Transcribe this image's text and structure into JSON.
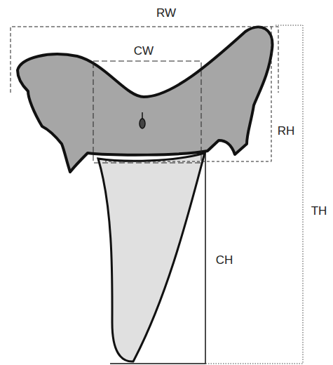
{
  "diagram": {
    "labels": [
      "RW",
      "CW",
      "RH",
      "TH",
      "CH"
    ]
  }
}
